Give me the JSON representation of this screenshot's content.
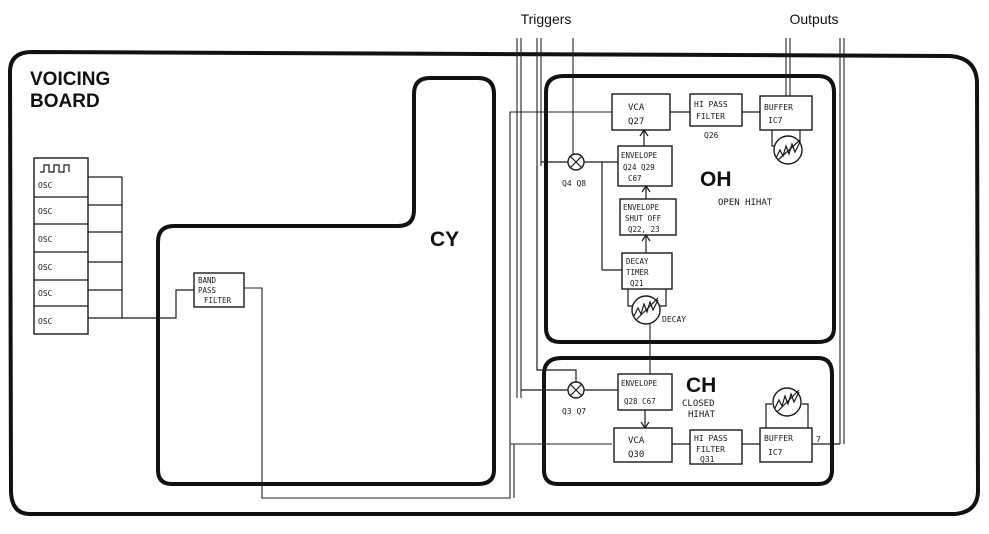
{
  "top_labels": {
    "triggers": "Triggers",
    "outputs": "Outputs"
  },
  "board": {
    "title_line1": "VOICING",
    "title_line2": "BOARD"
  },
  "oscillators": [
    "OSC",
    "OSC",
    "OSC",
    "OSC",
    "OSC",
    "OSC"
  ],
  "band_pass": {
    "line1": "BAND",
    "line2": "PASS",
    "line3": "FILTER"
  },
  "sections": {
    "cy": "CY",
    "oh": "OH",
    "oh_desc": "OPEN HIHAT",
    "ch": "CH",
    "ch_desc_line1": "CLOSED",
    "ch_desc_line2": "HIHAT"
  },
  "oh_blocks": {
    "vca_line1": "VCA",
    "vca_line2": "Q27",
    "hpf_line1": "HI PASS",
    "hpf_line2": "FILTER",
    "hpf_ref": "Q26",
    "buffer_line1": "BUFFER",
    "buffer_line2": "IC7",
    "mixer_ref": "Q4 Q8",
    "env_line1": "ENVELOPE",
    "env_line2": "Q24 Q29",
    "env_line3": "C67",
    "shut_line1": "ENVELOPE",
    "shut_line2": "SHUT OFF",
    "shut_line3": "Q22, 23",
    "decay_line1": "DECAY",
    "decay_line2": "TIMER",
    "decay_line3": "Q21",
    "decay_pot": "DECAY"
  },
  "ch_blocks": {
    "mixer_ref": "Q3 Q7",
    "env_line1": "ENVELOPE",
    "env_line2": "Q28 C67",
    "vca_line1": "VCA",
    "vca_line2": "Q30",
    "hpf_line1": "HI PASS",
    "hpf_line2": "FILTER",
    "hpf_line3": "Q31",
    "buffer_line1": "BUFFER",
    "buffer_line2": "IC7",
    "out_pin": "7"
  }
}
